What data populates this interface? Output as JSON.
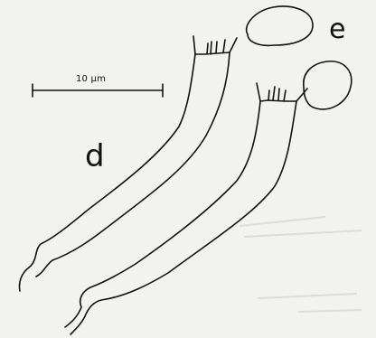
{
  "figure": {
    "label_d": "d",
    "label_e": "e",
    "scale_bar_text": "10 µm",
    "ink_color": "#111111",
    "background_color": "#f2f2f0"
  }
}
